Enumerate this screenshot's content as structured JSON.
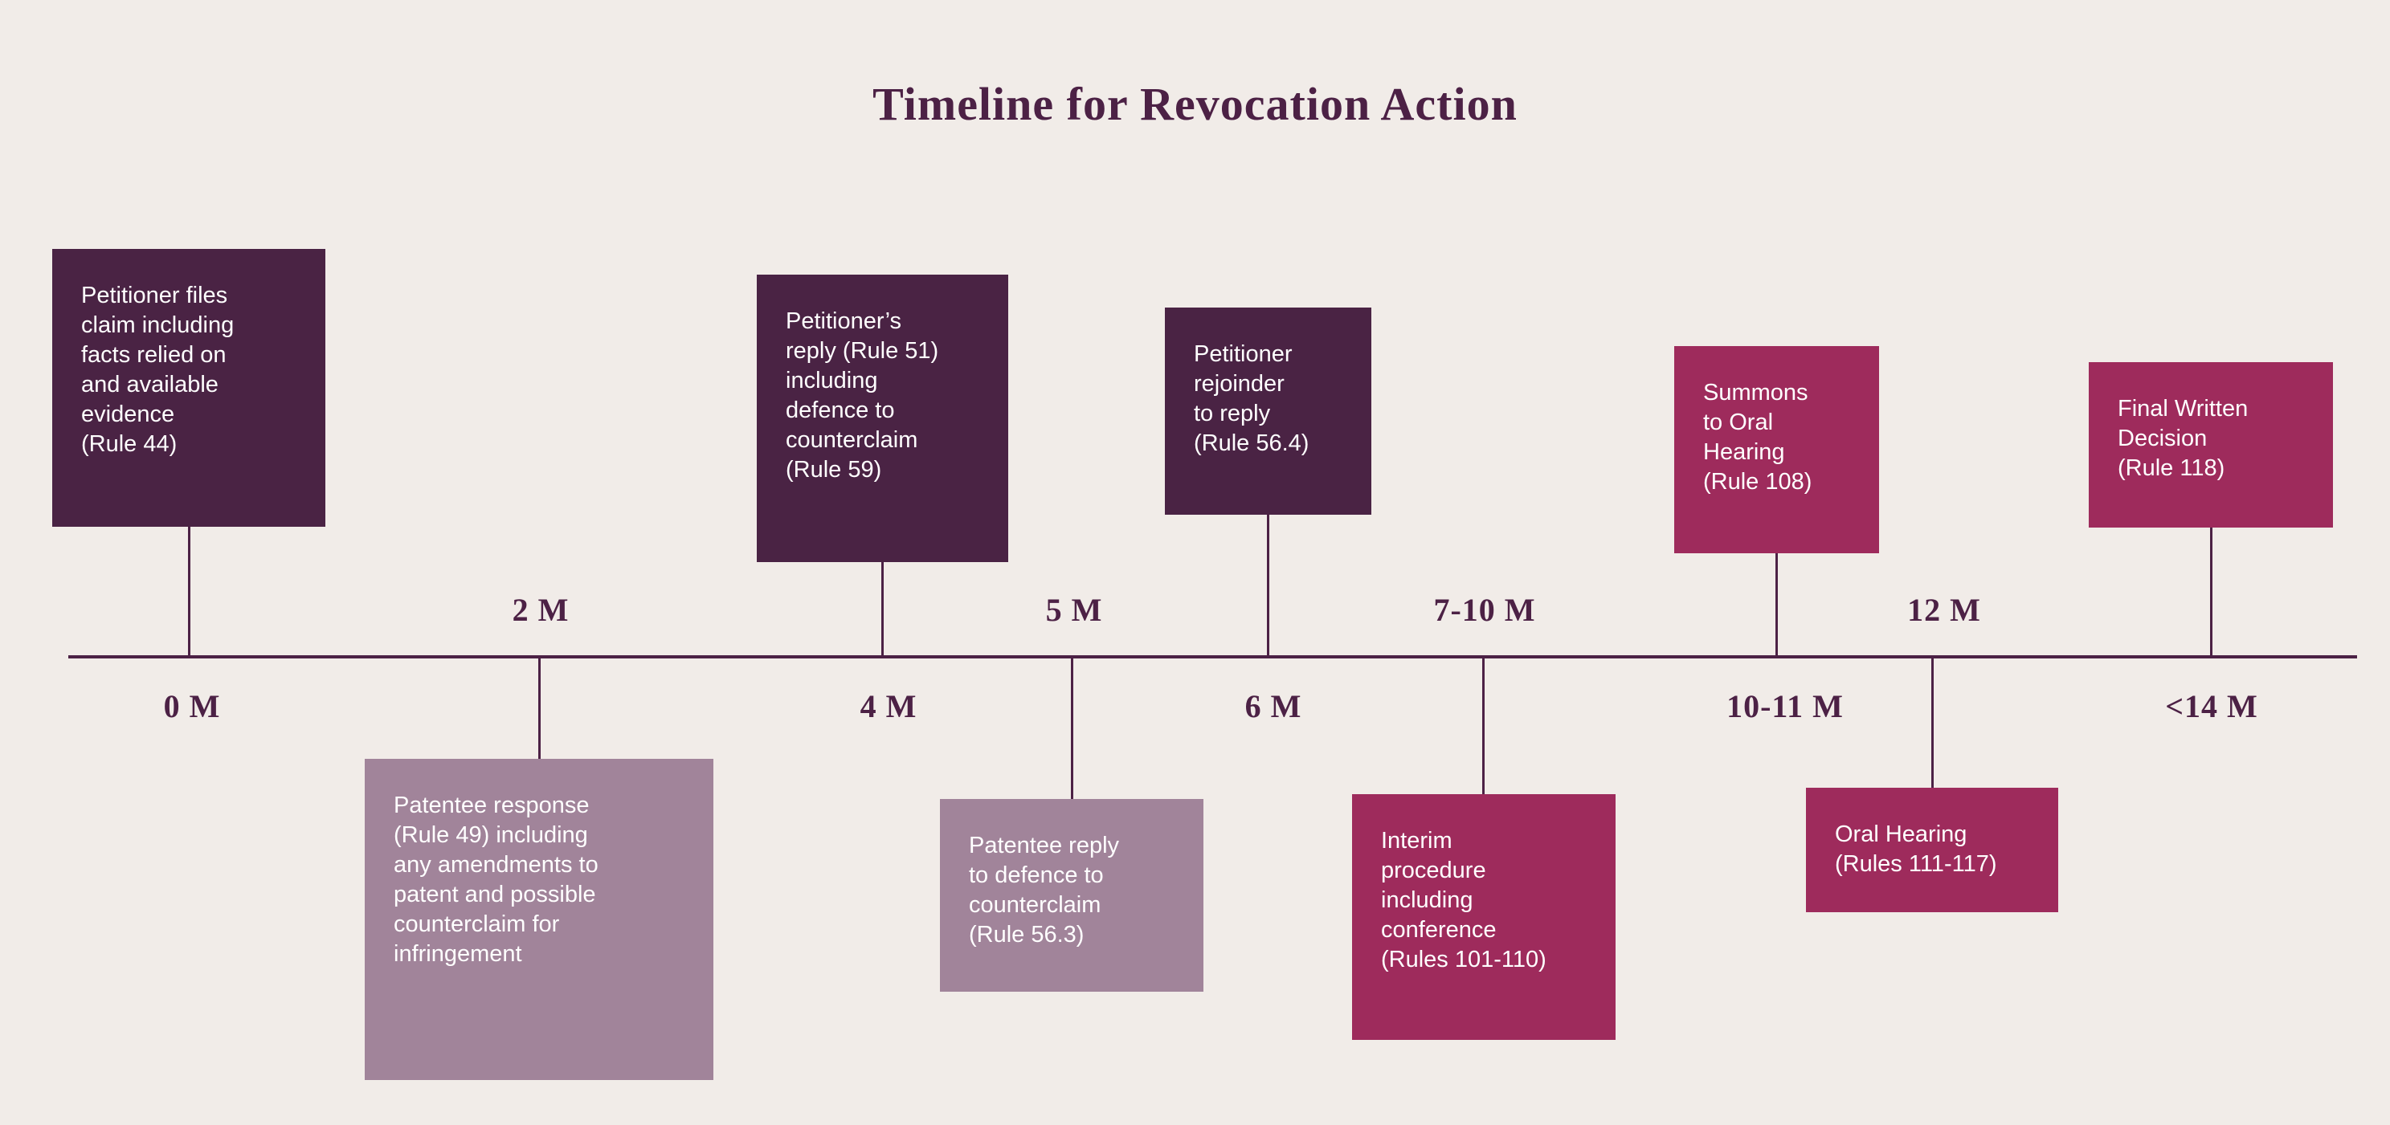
{
  "title": "Timeline for Revocation Action",
  "colors": {
    "background": "#f1ece8",
    "box_dark": "#4a2344",
    "box_crimson": "#9e2b5c",
    "box_mauve": "#a1849a",
    "ink": "#4c2145",
    "box_text": "#ffffff"
  },
  "timeline": {
    "unit": "M",
    "markers": [
      {
        "label": "0 M",
        "side": "below"
      },
      {
        "label": "2 M",
        "side": "above"
      },
      {
        "label": "4 M",
        "side": "below"
      },
      {
        "label": "5 M",
        "side": "above"
      },
      {
        "label": "6 M",
        "side": "below"
      },
      {
        "label": "7-10 M",
        "side": "above"
      },
      {
        "label": "10-11 M",
        "side": "below"
      },
      {
        "label": "12 M",
        "side": "above"
      },
      {
        "label": "<14 M",
        "side": "below"
      }
    ]
  },
  "events": {
    "top": [
      {
        "text": "Petitioner files\nclaim including\nfacts relied on\nand available\nevidence\n(Rule 44)",
        "color": "dark"
      },
      {
        "text": "Petitioner’s\nreply (Rule 51)\nincluding\ndefence to\ncounterclaim\n(Rule 59)",
        "color": "dark"
      },
      {
        "text": "Petitioner\nrejoinder\nto reply\n(Rule 56.4)",
        "color": "dark"
      },
      {
        "text": "Summons\nto Oral\nHearing\n(Rule 108)",
        "color": "crimson"
      },
      {
        "text": "Final Written\nDecision\n(Rule 118)",
        "color": "crimson"
      }
    ],
    "bottom": [
      {
        "text": "Patentee response\n(Rule 49) including\nany amendments to\npatent and possible\ncounterclaim for\ninfringement",
        "color": "mauve"
      },
      {
        "text": "Patentee reply\nto defence to\ncounterclaim\n(Rule 56.3)",
        "color": "mauve"
      },
      {
        "text": "Interim\nprocedure\nincluding\nconference\n(Rules 101-110)",
        "color": "crimson"
      },
      {
        "text": "Oral Hearing\n(Rules 111-117)",
        "color": "crimson"
      }
    ]
  }
}
